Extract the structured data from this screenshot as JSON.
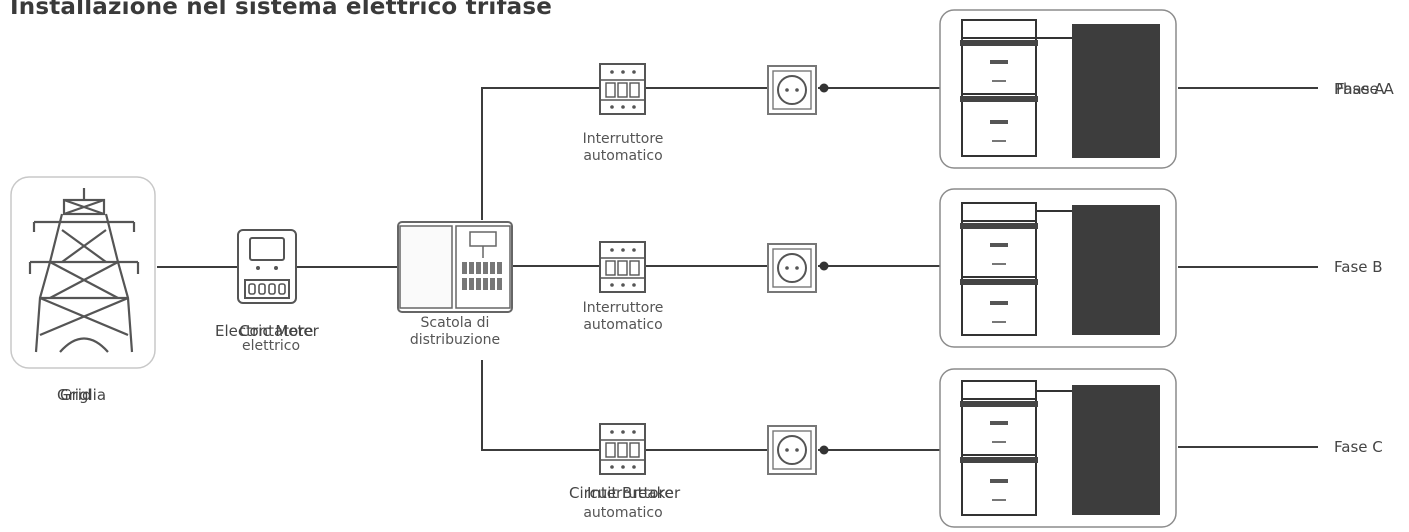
{
  "title": "Installazione nel sistema elettrico trifase",
  "grid": {
    "label_a": "Griglia",
    "label_b": "Grid"
  },
  "meter": {
    "label_a": "Contatore",
    "label_b": "Electric Meter",
    "label_c": "elettrico"
  },
  "distribution": {
    "line1": "Scatola di",
    "line2": "distribuzione"
  },
  "breakers": [
    {
      "line1": "Interruttore",
      "line2": "automatico"
    },
    {
      "line1": "Interruttore",
      "line2": "automatico"
    },
    {
      "line1a": "Circuit Breaker",
      "line1b": "Interruttore",
      "line2": "automatico"
    }
  ],
  "phases": [
    {
      "label_a": "Phase A",
      "label_b": "Fase A"
    },
    {
      "label": "Fase B"
    },
    {
      "label": "Fase C"
    }
  ],
  "colors": {
    "line": "#3c3c3c",
    "panel": "#3d3d3d",
    "frame": "#8c8c8c",
    "text": "#555555"
  }
}
